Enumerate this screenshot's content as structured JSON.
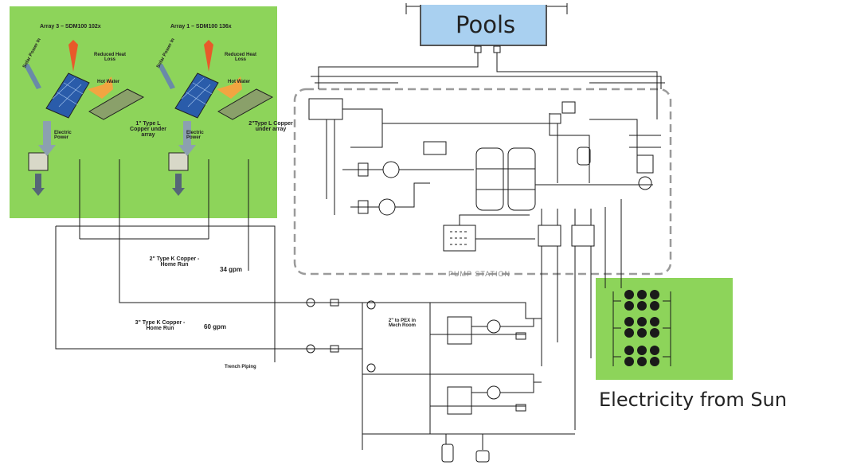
{
  "pools_label": "Pools",
  "electricity_label": "Electricity from Sun",
  "pump_station_label": "PUMP STATION",
  "arrays": [
    {
      "title": "Array 3 – SDM100 102x",
      "solar_power_in": "Solar Power In",
      "reduced_heat_loss": "Reduced Heat Loss",
      "hot_water": "Hot Water",
      "elec_power": "Electric Power",
      "copper_note": "1\" Type L Copper under array"
    },
    {
      "title": "Array 1 – SDM100 136x",
      "solar_power_in": "Solar Power In",
      "reduced_heat_loss": "Reduced Heat Loss",
      "hot_water": "Hot Water",
      "elec_power": "Electric Power",
      "copper_note": "2\"Type L Copper under array"
    }
  ],
  "home_runs": [
    {
      "label": "2\" Type K Copper - Home Run",
      "flow": "34 gpm"
    },
    {
      "label": "3\" Type K Copper - Home Run",
      "flow": "60 gpm"
    }
  ],
  "trench_label": "Trench Piping",
  "hx_label": "2\" to PEX in Mech Room",
  "colors": {
    "panel_green": "#8dd45a",
    "pool_blue": "#a9d0f0",
    "line": "#1a1a1a",
    "dashed": "#9a9a9a"
  }
}
